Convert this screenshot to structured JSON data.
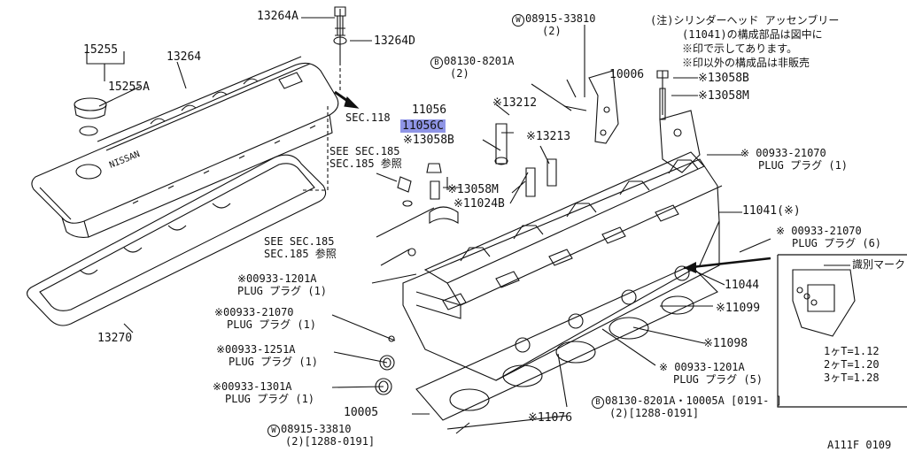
{
  "callouts": {
    "p13264A": "13264A",
    "p13264D": "13264D",
    "p15255": "15255",
    "p13264": "13264",
    "p15255A": "15255A",
    "sec118": "SEC.118",
    "p11056": "11056",
    "p11056C": "11056C",
    "p13058B_a": "※13058B",
    "see185a": "SEE SEC.185",
    "sec185a": "SEC.185 参照",
    "p13058M_a": "※13058M",
    "p11024B": "※11024B",
    "see185b": "SEE SEC.185",
    "sec185b": "SEC.185 参照",
    "plug1201a_num": "※00933-1201A",
    "plug1201a_name": "PLUG プラグ (1)",
    "plug21070a_num": "※00933-21070",
    "plug21070a_name": "PLUG プラグ (1)",
    "plug1251_num": "※00933-1251A",
    "plug1251_name": "PLUG プラグ (1)",
    "plug1301_num": "※00933-1301A",
    "plug1301_name": "PLUG プラグ (1)",
    "p13270": "13270",
    "p10005": "10005",
    "w08915b_num": "08915-33810",
    "w08915b_qty": "(2)[1288-0191]",
    "p11076": "※11076",
    "b08130b_num": "08130-8201A・10005A [0191-  ]",
    "b08130b_qty": "(2)[1288-0191]",
    "plug1201b_num": "※ 00933-1201A",
    "plug1201b_name": "PLUG プラグ (5)",
    "p11098": "※11098",
    "p11099": "※11099",
    "p11044": "11044",
    "plug21070c_num": "※ 00933-21070",
    "plug21070c_name": "PLUG プラグ (6)",
    "p11041": "11041(※)",
    "plug21070b_num": "※ 00933-21070",
    "plug21070b_name": "PLUG プラグ (1)",
    "p13058B_b": "※13058B",
    "p13058M_b": "※13058M",
    "p10006": "10006",
    "w08915a_num": "08915-33810",
    "w08915a_qty": "(2)",
    "b08130a_num": "08130-8201A",
    "b08130a_qty": "(2)",
    "p13212": "※13212",
    "p13213": "※13213",
    "circle_w": "W",
    "circle_b": "B",
    "cover_brand": "NISSAN"
  },
  "note": {
    "line1": "(注)シリンダーヘッド アッセンブリー",
    "line2": "(11041)の構成部品は図中に",
    "line3": "※印で示してあります。",
    "line4": "※印以外の構成品は非販売"
  },
  "inset": {
    "mark_label": "識別マーク",
    "t1": "1ヶT=1.12",
    "t2": "2ヶT=1.20",
    "t3": "3ヶT=1.28"
  },
  "figure_id": "A111F 0109"
}
